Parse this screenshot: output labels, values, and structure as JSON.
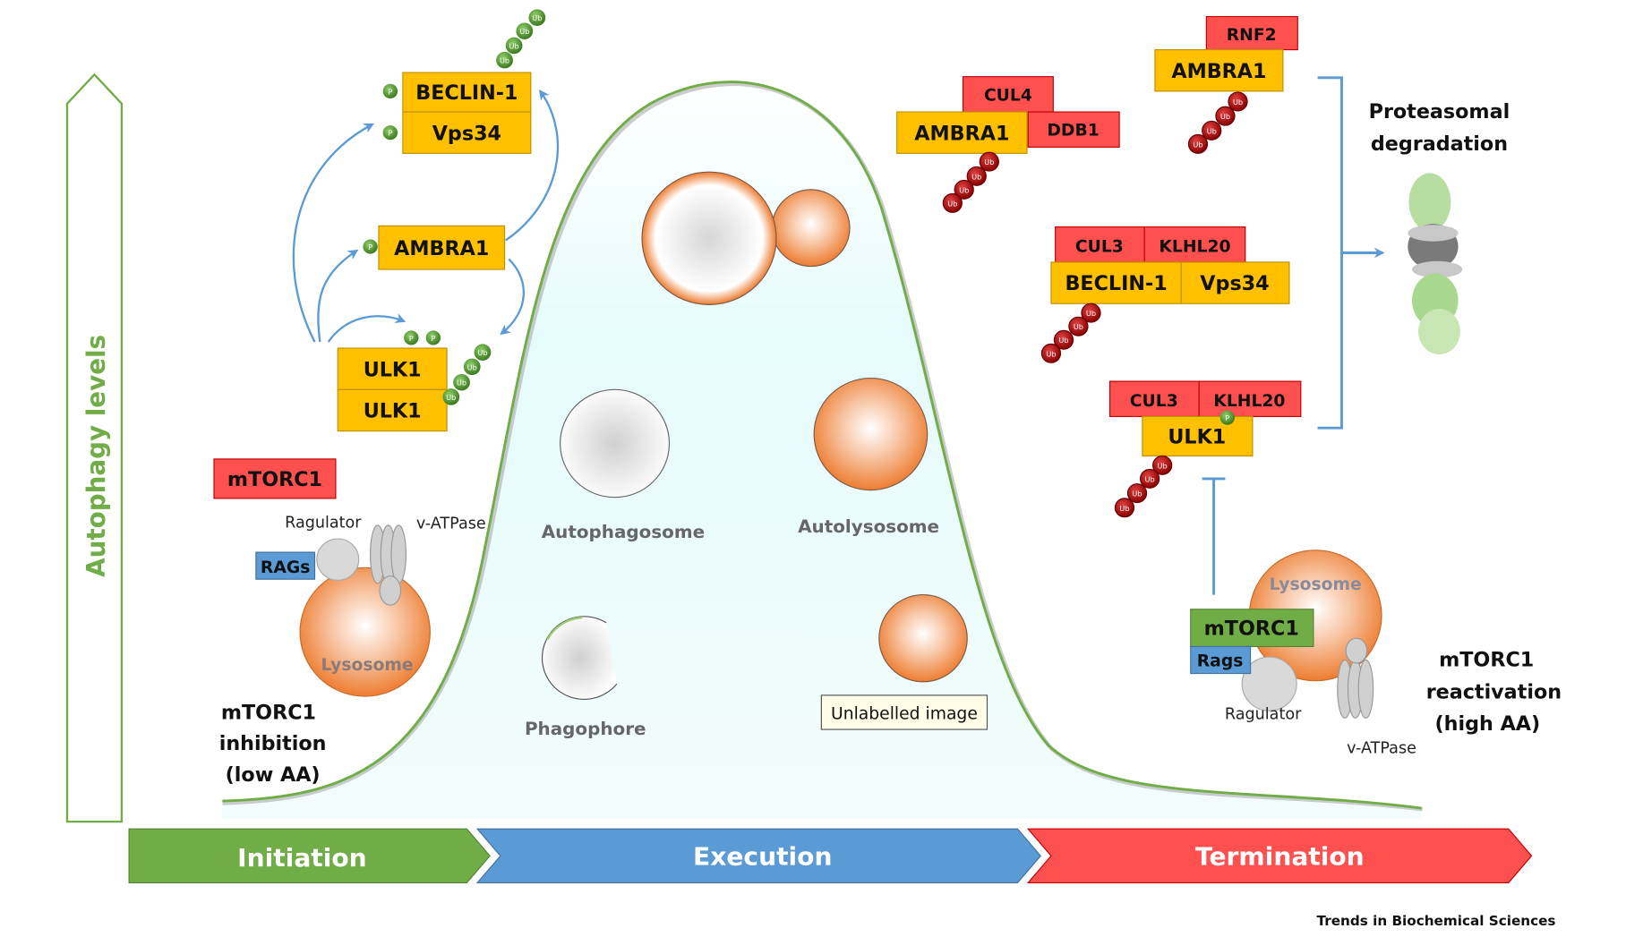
{
  "y_axis": {
    "label": "Autophagy levels",
    "color": "#70ad47"
  },
  "phases": [
    {
      "label": "Initiation",
      "color": "#70ad47"
    },
    {
      "label": "Execution",
      "color": "#5b9bd5"
    },
    {
      "label": "Termination",
      "color": "#ff5050"
    }
  ],
  "initiation": {
    "complexes": {
      "beclin": "BECLIN-1",
      "vps34": "Vps34",
      "ambra1": "AMBRA1",
      "ulk1_a": "ULK1",
      "ulk1_b": "ULK1"
    },
    "mtorc1": "mTORC1",
    "ragulator": "Ragulator",
    "vatpase": "v-ATPase",
    "rags": "RAGs",
    "lysosome": "Lysosome",
    "condition": [
      "mTORC1",
      "inhibition",
      "(low AA)"
    ]
  },
  "execution": {
    "autophagosome": "Autophagosome",
    "autolysosome": "Autolysosome",
    "phagophore": "Phagophore",
    "tooltip": "Unlabelled image"
  },
  "termination": {
    "rnf2": "RNF2",
    "ambra1_rnf2": "AMBRA1",
    "cul4": "CUL4",
    "ddb1": "DDB1",
    "ambra1_cul4": "AMBRA1",
    "cul3_a": "CUL3",
    "klhl20_a": "KLHL20",
    "beclin": "BECLIN-1",
    "vps34": "Vps34",
    "cul3_b": "CUL3",
    "klhl20_b": "KLHL20",
    "ulk1": "ULK1",
    "proteasome": [
      "Proteasomal",
      "degradation"
    ],
    "lysosome": "Lysosome",
    "mtorc1": "mTORC1",
    "rags": "Rags",
    "ragulator": "Ragulator",
    "vatpase": "v-ATPase",
    "condition": [
      "mTORC1",
      "reactivation",
      "(high AA)"
    ]
  },
  "markers": {
    "phospho": "P",
    "ubiquitin": "Ub"
  },
  "credit": "Trends in Biochemical Sciences",
  "colors": {
    "protein": "#ffc000",
    "ligase": "#ff5050",
    "arrow": "#5b9bd5",
    "lysosome": "#ed7d31",
    "mtorc1_active": "#70ad47",
    "rags": "#5b9bd5"
  }
}
